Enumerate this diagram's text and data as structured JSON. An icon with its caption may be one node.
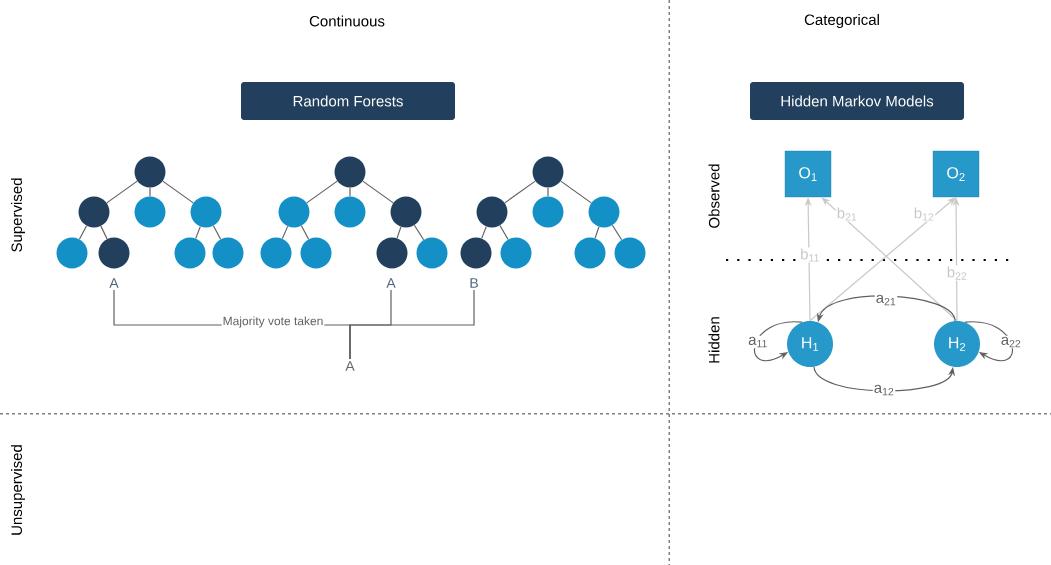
{
  "diagram": {
    "nodes": [
      {
        "text": [
          "Random Forests"
        ]
      },
      {
        "text": [
          "Hidden Markov Models"
        ]
      },
      {
        "text": [],
        "shape": "circle"
      },
      {
        "text": [],
        "shape": "circle"
      },
      {
        "text": [],
        "shape": "circle"
      },
      {
        "text": [],
        "shape": "circle"
      },
      {
        "text": [],
        "shape": "circle"
      },
      {
        "text": [],
        "shape": "circle"
      },
      {
        "text": [],
        "shape": "circle"
      },
      {
        "text": [],
        "shape": "circle"
      },
      {
        "text": [],
        "shape": "circle"
      },
      {
        "text": [],
        "shape": "circle"
      },
      {
        "text": [],
        "shape": "circle"
      },
      {
        "text": [],
        "shape": "circle"
      },
      {
        "text": [],
        "shape": "circle"
      },
      {
        "text": [],
        "shape": "circle"
      },
      {
        "text": [],
        "shape": "circle"
      },
      {
        "text": [],
        "shape": "circle"
      },
      {
        "text": [],
        "shape": "circle"
      },
      {
        "text": [],
        "shape": "circle"
      },
      {
        "text": [],
        "shape": "circle"
      },
      {
        "text": [],
        "shape": "circle"
      },
      {
        "text": [],
        "shape": "circle"
      },
      {
        "text": [],
        "shape": "circle"
      },
      {
        "text": [],
        "shape": "circle"
      },
      {
        "text": [],
        "shape": "circle"
      },
      {
        "text": [
          "A"
        ]
      },
      {
        "text": [
          "A"
        ]
      },
      {
        "text": [
          "B"
        ]
      },
      {
        "text": [
          "A"
        ]
      },
      {
        "text": [
          "O$_{1}$"
        ]
      },
      {
        "text": [
          "O$_{2}$"
        ]
      },
      {
        "text": [
          "H$_{1}$"
        ]
      },
      {
        "text": [
          "H$_{2}$"
        ]
      }
    ],
    "edges": [
      {
        "from": 2,
        "to": 3,
        "arrow": "none"
      },
      {
        "from": 2,
        "to": 4,
        "arrow": "none"
      },
      {
        "from": 2,
        "to": 5,
        "arrow": "none"
      },
      {
        "from": 3,
        "to": 6,
        "arrow": "none"
      },
      {
        "from": 3,
        "to": 7,
        "arrow": "none"
      },
      {
        "from": 5,
        "to": 8,
        "arrow": "none"
      },
      {
        "from": 5,
        "to": 9,
        "arrow": "none"
      },
      {
        "from": 10,
        "to": 11,
        "arrow": "none"
      },
      {
        "from": 10,
        "to": 12,
        "arrow": "none"
      },
      {
        "from": 10,
        "to": 13,
        "arrow": "none"
      },
      {
        "from": 11,
        "to": 14,
        "arrow": "none"
      },
      {
        "from": 11,
        "to": 15,
        "arrow": "none"
      },
      {
        "from": 13,
        "to": 16,
        "arrow": "none"
      },
      {
        "from": 13,
        "to": 17,
        "arrow": "none"
      },
      {
        "from": 18,
        "to": 19,
        "arrow": "none"
      },
      {
        "from": 18,
        "to": 20,
        "arrow": "none"
      },
      {
        "from": 18,
        "to": 21,
        "arrow": "none"
      },
      {
        "from": 19,
        "to": 22,
        "arrow": "none"
      },
      {
        "from": 19,
        "to": 23,
        "arrow": "none"
      },
      {
        "from": 21,
        "to": 24,
        "arrow": "none"
      },
      {
        "from": 21,
        "to": 25,
        "arrow": "none"
      },
      {
        "from": 26,
        "to": 29,
        "arrow": "none",
        "label": "Majority vote taken"
      },
      {
        "from": 27,
        "to": 29,
        "arrow": "none"
      },
      {
        "from": 28,
        "to": 29,
        "arrow": "none"
      },
      {
        "from": 32,
        "to": 30,
        "arrow": "to",
        "label": "b$_{11}$",
        "color": "#c8c8c8"
      },
      {
        "from": 33,
        "to": 30,
        "arrow": "to",
        "label": "b$_{21}$",
        "color": "#c8c8c8"
      },
      {
        "from": 32,
        "to": 31,
        "arrow": "to",
        "label": "b$_{12}$",
        "color": "#c8c8c8"
      },
      {
        "from": 33,
        "to": 31,
        "arrow": "to",
        "label": "b$_{22}$",
        "color": "#c8c8c8"
      },
      {
        "from": 32,
        "to": 32,
        "arrow": "to",
        "label": "a$_{11}$"
      },
      {
        "from": 33,
        "to": 32,
        "arrow": "to",
        "label": "a$_{21}$"
      },
      {
        "from": 32,
        "to": 33,
        "arrow": "to",
        "label": "a$_{12}$"
      },
      {
        "from": 33,
        "to": 33,
        "arrow": "to",
        "label": "a$_{22}$"
      }
    ],
    "labels": [
      "Continuous",
      "Categorical",
      "Supervised",
      "Unsupervised",
      "Observed",
      "Hidden"
    ]
  }
}
